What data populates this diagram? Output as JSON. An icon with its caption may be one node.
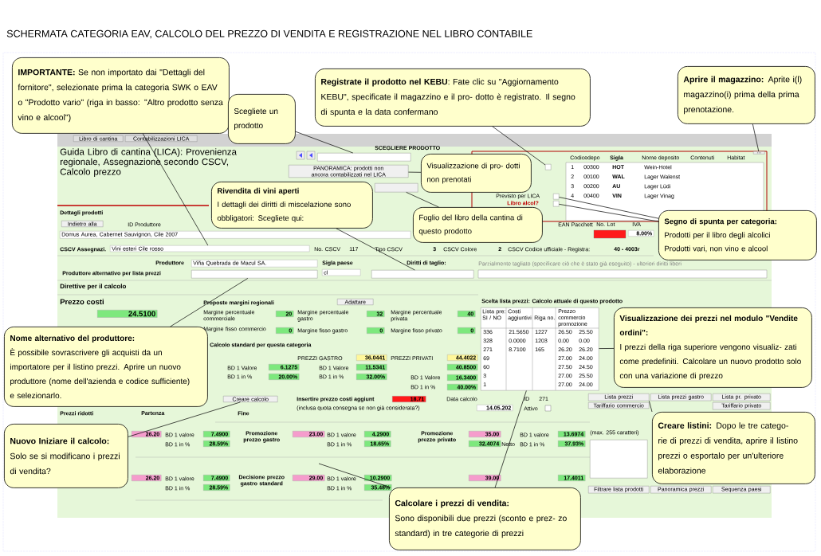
{
  "diagram": {
    "title": "SCHERMATA CATEGORIA EAV, CALCOLO DEL PREZZO DI VENDITA E REGISTRAZIONE NEL LIBRO CONTABILE",
    "nodes": [
      {
        "text": [
          "**IMPORTANTE:** Se non importato dai \"Dettagli del fornitore\", selezionate prima la categoria SWK o EAV o \"Prodotto vario\" (riga in basso: \"Altro prodotto senza vino e alcool\")"
        ]
      },
      {
        "text": [
          "Scegliete un prodotto"
        ]
      },
      {
        "text": [
          "**Registrate il prodotto nel KEBU**: Fate clic su \"Aggiornamento KEBU\", specificate il magazzino e il pro- dotto è registrato. Il segno di spunta e la data confermano"
        ]
      },
      {
        "text": [
          "**Aprire il magazzino:** Aprite i(l) magazzino(i) prima della prima prenotazione."
        ]
      },
      {
        "text": [
          "Visualizzazione di pro- dotti non prenotati"
        ]
      },
      {
        "text": [
          "Rivendita di vini aperti",
          "I dettagli dei diritti di miscelazione sono obbligatori: Scegliete qui:"
        ]
      },
      {
        "text": [
          "Foglio del libro della cantina di questo prodotto"
        ]
      },
      {
        "text": [
          "Segno di spunta per categoria:",
          "Prodotti per il libro degli alcolici",
          "Prodotti vari, non vino e alcool"
        ]
      },
      {
        "text": [
          "Nome alternativo del produttore:",
          "È possibile sovrascrivere gli acquisti da un importatore per il listino prezzi. Aprire un nuovo produttore (nome dell'azienda e codice sufficiente) e selezionarlo."
        ]
      },
      {
        "text": [
          "Nuovo Iniziare il calcolo:",
          "Solo se si modificano i prezzi di vendita?"
        ]
      },
      {
        "text": [
          "Calcolare i prezzi di vendita:",
          "Sono disponibili due prezzi (sconto e prez- zo standard) in tre categorie di prezzi"
        ]
      },
      {
        "text": [
          "Visualizzazione dei prezzi nel modulo \"Vendite ordini\":",
          "I prezzi della riga superiore vengono visualiz- zati come predefiniti. Calcolare un nuovo prodotto solo con una variazione di prezzo"
        ]
      },
      {
        "text": [
          "**Creare listini:** Dopo le tre catego- rie di prezzi di vendita, aprire il listino prezzi o esportalo per un'ulteriore elaborazione"
        ]
      },
      {
        "text": [
          "Vini esteri Cile rosso"
        ]
      },
      {
        "text": [],
        "shape": "box"
      },
      {
        "text": [],
        "shape": "box"
      },
      {
        "text": [
          "..."
        ]
      },
      {
        "text": [
          "PANORAMICA: prodotti non ancora contabilizzati nel LICA"
        ]
      },
      {
        "text": [],
        "shape": "box"
      },
      {
        "text": [],
        "shape": "box"
      },
      {
        "text": [],
        "shape": "box"
      },
      {
        "text": [],
        "shape": "box"
      },
      {
        "text": [],
        "shape": "box"
      },
      {
        "text": [
          "Creare calcolo"
        ]
      },
      {
        "text": [],
        "shape": "box"
      },
      {
        "text": [
          "Lista prezzi"
        ]
      },
      {
        "text": [],
        "shape": "box"
      }
    ],
    "edges": [
      {
        "from": 0,
        "to": 13,
        "arrow": "none"
      },
      {
        "from": 1,
        "to": 14,
        "arrow": "none"
      },
      {
        "from": 2,
        "to": 15,
        "arrow": "none"
      },
      {
        "from": 3,
        "to": 16,
        "arrow": "none"
      },
      {
        "from": 4,
        "to": 17,
        "arrow": "none"
      },
      {
        "from": 5,
        "to": 18,
        "arrow": "none"
      },
      {
        "from": 6,
        "to": 19,
        "arrow": "none"
      },
      {
        "from": 7,
        "to": 20,
        "arrow": "none"
      },
      {
        "from": 7,
        "to": 21,
        "arrow": "none"
      },
      {
        "from": 8,
        "to": 22,
        "arrow": "none"
      },
      {
        "from": 9,
        "to": 23,
        "arrow": "none"
      },
      {
        "from": 10,
        "to": null,
        "arrow": "none"
      },
      {
        "from": 10,
        "to": 24,
        "arrow": "none"
      },
      {
        "from": 11,
        "to": 24,
        "arrow": "none"
      },
      {
        "from": 12,
        "to": 25,
        "arrow": "none"
      }
    ],
    "labels": [
      "Libro di cantina",
      "Contabilizzazioni LICA",
      "Guida Libro di cantina (LICA): Provenienza regionale, Assegnazione secondo CSCV, Calcolo prezzo",
      "SCEGLIERE PRODOTTO",
      "Previsto per LICA",
      "Libro alcol?",
      "Codicedepo",
      "Sigla",
      "Nome deposito",
      "Contenuti",
      "Habitat",
      "1",
      "00300",
      "HOT",
      "Wein-Hotel",
      "2",
      "00100",
      "WAL",
      "Lager Walenst",
      "3",
      "00200",
      "AU",
      "Lager Lüdi",
      "4",
      "00400",
      "VIN",
      "Lager Vinag",
      "Dettagli prodotti",
      "Indietro alla",
      "ID Produttore",
      "Domus Aurea, Cabernet Sauvignon, Cile 2007",
      "EAN Pacchett",
      "No. Lot",
      "IVA",
      "8.00%",
      "CSCV Assegnazi.",
      "No. CSCV",
      "117",
      "Tipo CSCV",
      "3",
      "CSCV Colore",
      "2",
      "CSCV Codice ufficiale - Registra:",
      "40 - 4003r",
      "Produttore",
      "Viña Quebrada de Macul SA.",
      "Sigla paese",
      "Diritti di taglio:",
      "Parzialmente tagliato (specificare ciò che è stato già eseguito) - ulteriori diritti liberi",
      "Produttore alternativo per lista prezzi",
      "cl",
      "Direttive per il calcolo",
      "Prezzo costi",
      "24.5100",
      "Proposte margini regionali",
      "Adattare",
      "Margine percentuale commerciale",
      "20",
      "Margine percentuale gastro",
      "32",
      "Margine percentuale privata",
      "40",
      "Margine fisso commercio",
      "0",
      "Margine fisso gastro",
      "0",
      "Margine fisso privato",
      "0",
      "Calcolo standard per questa categoria",
      "PREZZI GASTRO",
      "36.0441",
      "PREZZI PRIVATI",
      "44.4022",
      "BD 1 Valore",
      "6.1275",
      "BD 1 Valore",
      "11.5341",
      "40.8500",
      "BD 1 in %",
      "20.00%",
      "BD 1 in %",
      "32.00%",
      "BD 1 Valore",
      "16.3400",
      "BD 1 in %",
      "40.00%",
      "Insertire prezzo costi aggiunt",
      "18.71",
      "(inclusa quota consegna se non già considerata?)",
      "Data calcolo",
      "14.05.202",
      "ID",
      "271",
      "Attivo",
      "Prezzi ridotti",
      "Partenza",
      "Fine",
      "26.20",
      "BD 1 valore",
      "7.4900",
      "BD 1 in %",
      "28.59%",
      "Promozione prezzo gastro",
      "23.00",
      "BD 1 valore",
      "4.2900",
      "BD 1 in %",
      "18.65%",
      "Promozione prezzo privato",
      "35.00",
      "32.4074",
      "Netto",
      "BD 1 valore",
      "13.6974",
      "BD 1 in %",
      "37.93%",
      "26.20",
      "BD 1 valore",
      "7.4900",
      "BD 1 in %",
      "28.59%",
      "Decisione prezzo gastro standard",
      "29.00",
      "BD 1 valore",
      "10.2900",
      "BD 1 in %",
      "35.48%",
      "39.00",
      "17.4011",
      "Scelta lista prezzi: Calcolo attuale di questo prodotto",
      "Lista pre: SI / NO",
      "Costi aggiuntivi",
      "Riga no.",
      "Prezzo commercio promozione",
      "336",
      "21.5650",
      "1227",
      "26.50",
      "25.50",
      "328",
      "0.0000",
      "1203",
      "0.00",
      "0.00",
      "271",
      "8.7100",
      "165",
      "26.20",
      "26.20",
      "69",
      "27.00",
      "24.00",
      "60",
      "27.50",
      "24.50",
      "3",
      "27.00",
      "25.50",
      "1",
      "27.00",
      "24.00",
      "Lista prezzi gastro",
      "Lista pr. privato",
      "Tariffario commercio",
      "Tariffario privato",
      "(max. 255 caratteri)",
      "Filtrare lista prodotti",
      "Panoramica prezzi",
      "Sequenza paesi"
    ]
  }
}
